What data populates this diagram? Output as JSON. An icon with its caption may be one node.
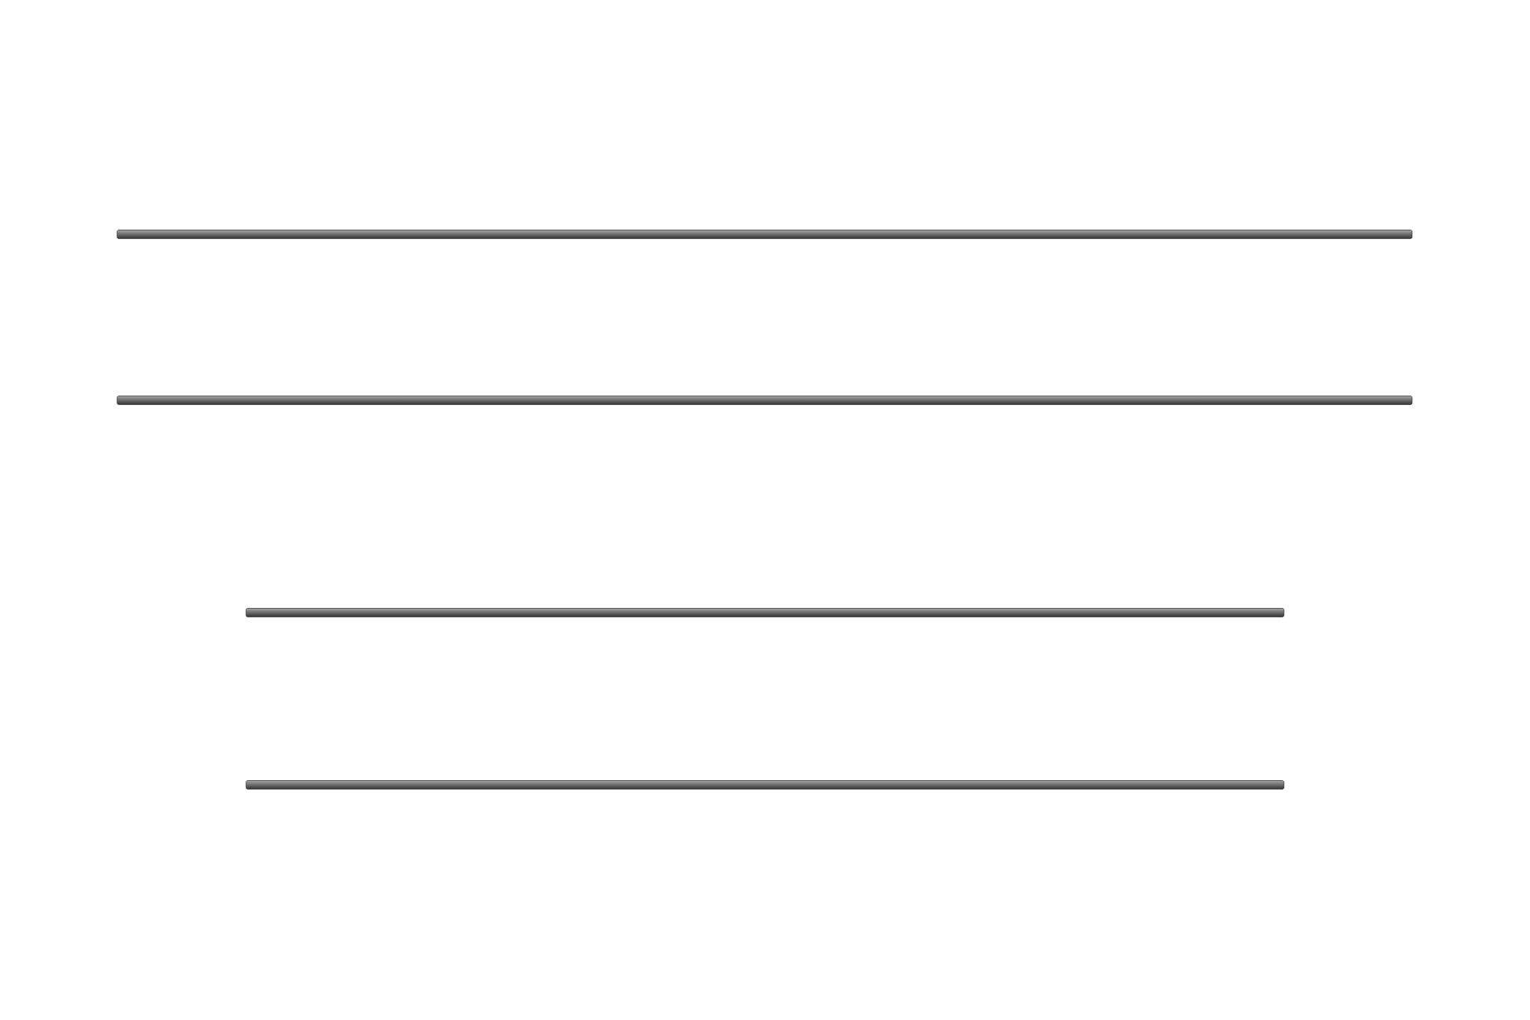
{
  "diagram": {
    "nodes": [
      {
        "text": [],
        "shape": "bar"
      },
      {
        "text": [],
        "shape": "bar"
      },
      {
        "text": [],
        "shape": "bar"
      },
      {
        "text": [],
        "shape": "bar"
      }
    ]
  }
}
